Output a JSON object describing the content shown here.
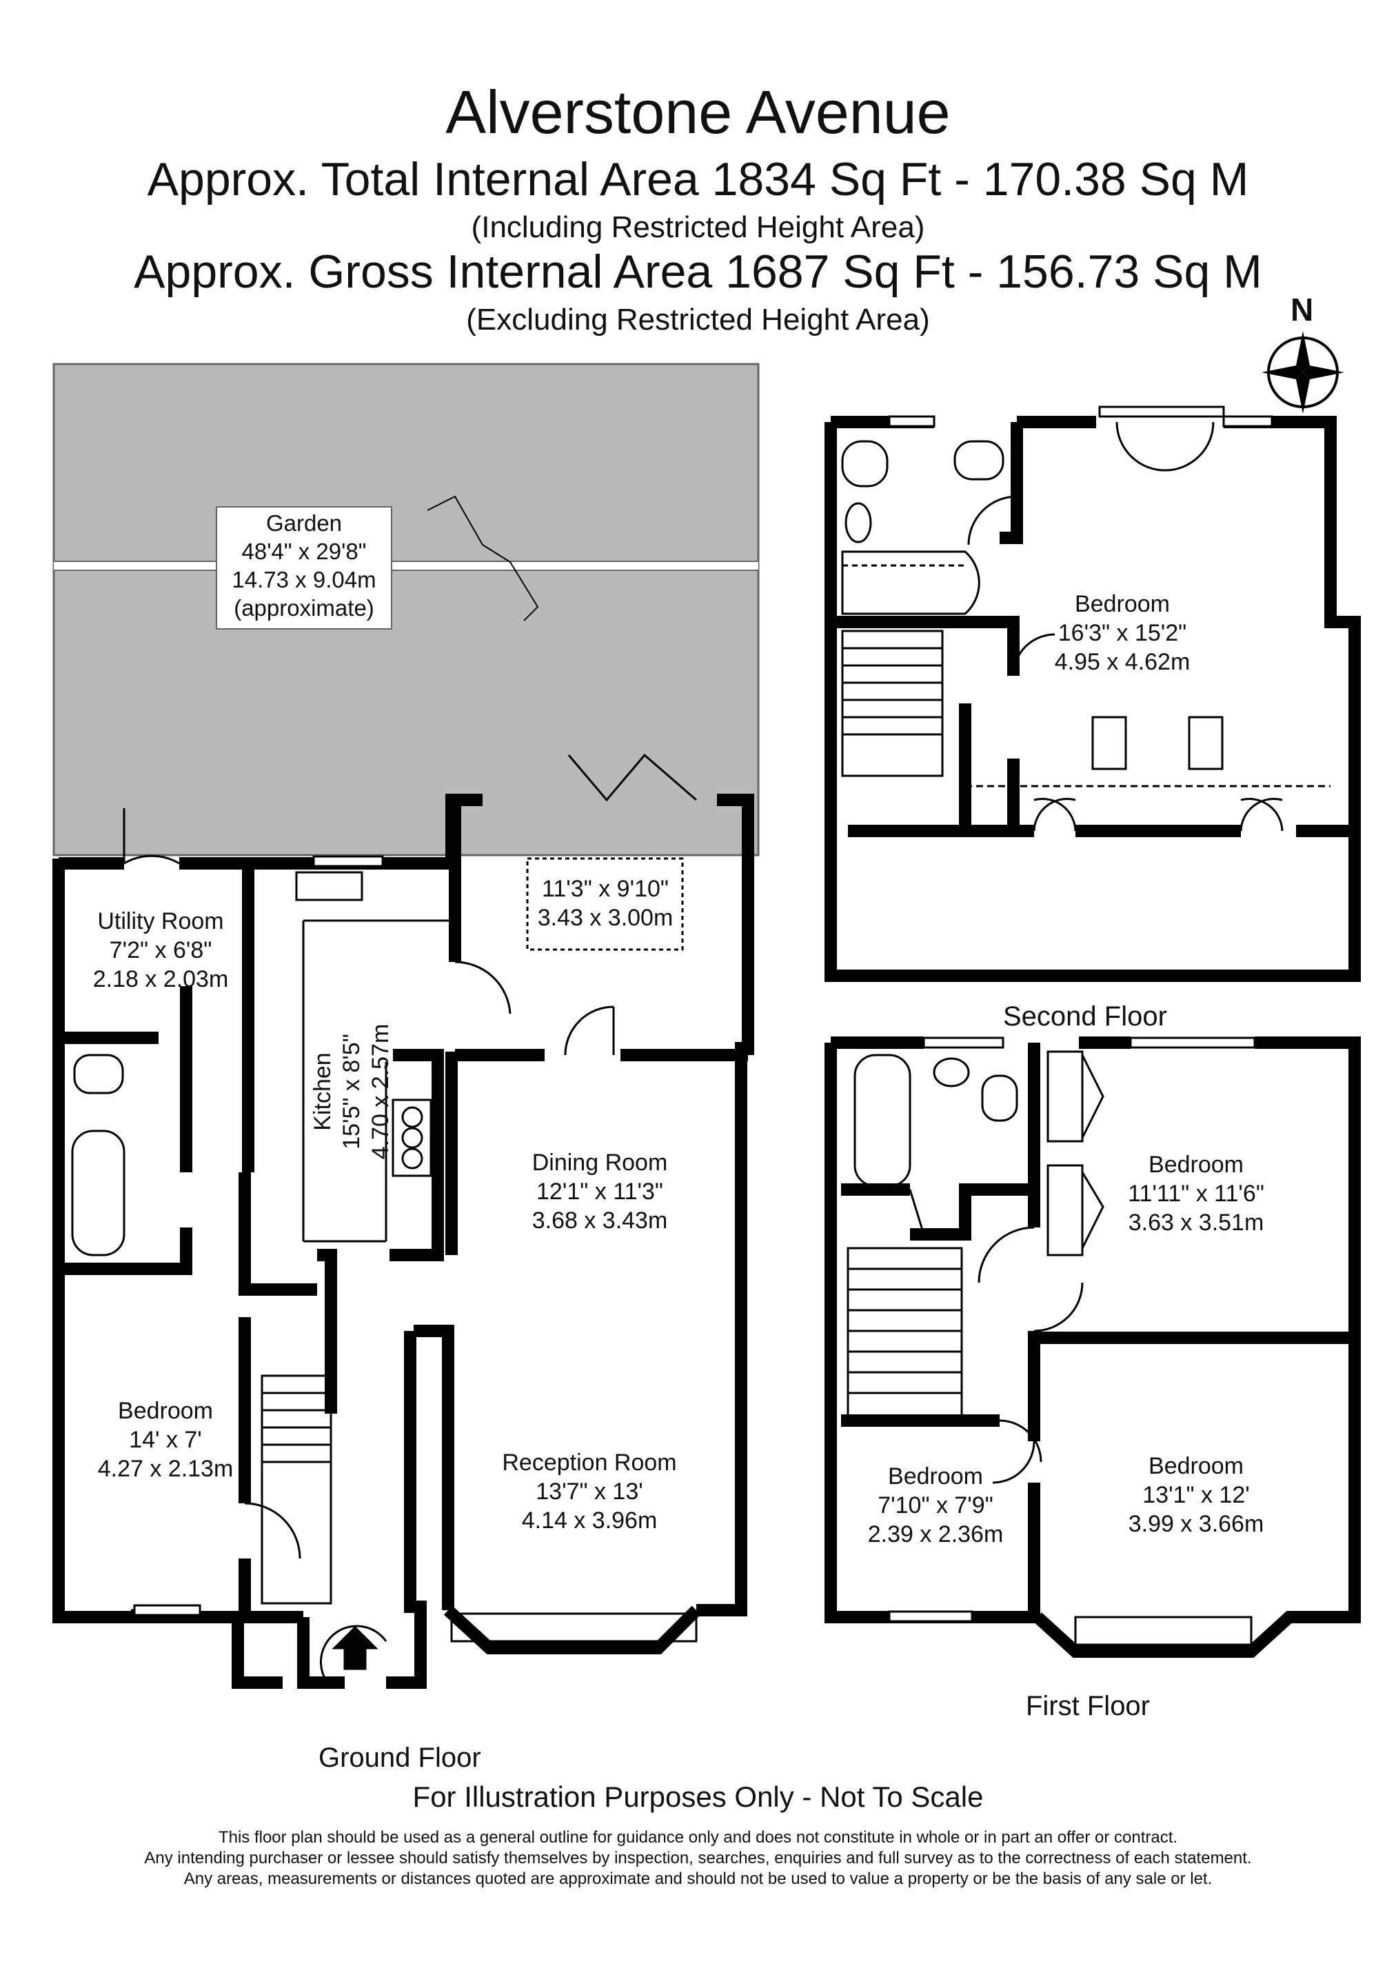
{
  "header": {
    "title": "Alverstone Avenue",
    "total_area": "Approx. Total Internal Area   1834 Sq Ft  -  170.38 Sq M",
    "total_note": "(Including Restricted Height Area)",
    "gross_area": "Approx. Gross Internal Area   1687 Sq Ft  -  156.73 Sq M",
    "gross_note": "(Excluding Restricted Height Area)"
  },
  "compass": {
    "label": "N"
  },
  "ground_floor": {
    "label": "Ground Floor",
    "garden": {
      "name": "Garden",
      "imperial": "48'4\" x 29'8\"",
      "metric": "14.73 x 9.04m",
      "note": "(approximate)"
    },
    "utility": {
      "name": "Utility Room",
      "imperial": "7'2\" x 6'8\"",
      "metric": "2.18 x 2.03m"
    },
    "kitchen": {
      "name": "Kitchen",
      "imperial": "15'5\" x 8'5\"",
      "metric": "4.70 x 2.57m"
    },
    "extension": {
      "imperial": "11'3\" x 9'10\"",
      "metric": "3.43 x 3.00m"
    },
    "dining": {
      "name": "Dining Room",
      "imperial": "12'1\" x 11'3\"",
      "metric": "3.68 x 3.43m"
    },
    "reception": {
      "name": "Reception Room",
      "imperial": "13'7\" x 13'",
      "metric": "4.14 x 3.96m"
    },
    "bedroom": {
      "name": "Bedroom",
      "imperial": "14' x 7'",
      "metric": "4.27 x 2.13m"
    }
  },
  "second_floor": {
    "label": "Second Floor",
    "bedroom": {
      "name": "Bedroom",
      "imperial": "16'3\" x 15'2\"",
      "metric": "4.95 x 4.62m"
    }
  },
  "first_floor": {
    "label": "First Floor",
    "bedroom_rear": {
      "name": "Bedroom",
      "imperial": "11'11\" x 11'6\"",
      "metric": "3.63 x 3.51m"
    },
    "bedroom_small": {
      "name": "Bedroom",
      "imperial": "7'10\" x 7'9\"",
      "metric": "2.39 x 2.36m"
    },
    "bedroom_front": {
      "name": "Bedroom",
      "imperial": "13'1\" x 12'",
      "metric": "3.99 x 3.66m"
    }
  },
  "footer": {
    "scale_note": "For Illustration Purposes Only - Not To Scale",
    "disclaimer_1": "This floor plan should be used as a general outline for guidance only and does not constitute in whole or in part an offer or contract.",
    "disclaimer_2": "Any intending purchaser or lessee should satisfy themselves by inspection, searches, enquiries and full survey as to the correctness of each statement.",
    "disclaimer_3": "Any areas, measurements or distances quoted are approximate and should not be used to value a property or be the basis of any sale or let."
  },
  "colors": {
    "wall": "#000000",
    "garden_fill": "#b9b9b9",
    "background": "#ffffff"
  }
}
